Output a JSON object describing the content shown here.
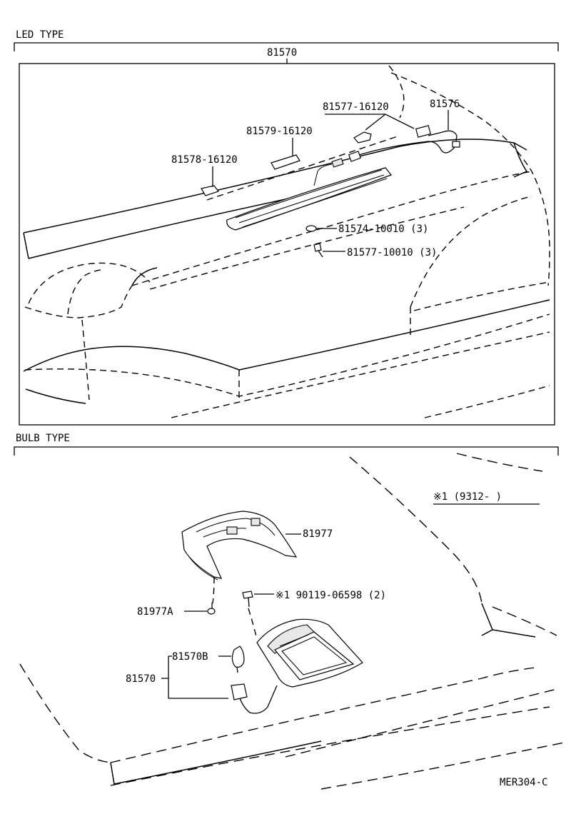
{
  "sections": {
    "led": {
      "title": "LED TYPE",
      "assembly_no": "81570",
      "labels": {
        "p81577_16120": "81577-16120",
        "p81576": "81576",
        "p81579_16120": "81579-16120",
        "p81578_16120": "81578-16120",
        "p81574_10010": "81574-10010 (3)",
        "p81577_10010": "81577-10010 (3)"
      }
    },
    "bulb": {
      "title": "BULB TYPE",
      "note": "※1 (9312-     )",
      "labels": {
        "p81977": "81977",
        "p90119": "※1  90119-06598 (2)",
        "p81977A": "81977A",
        "p81570B": "81570B",
        "p81570": "81570"
      }
    }
  },
  "footer": {
    "drawing_code": "MER304-C"
  }
}
